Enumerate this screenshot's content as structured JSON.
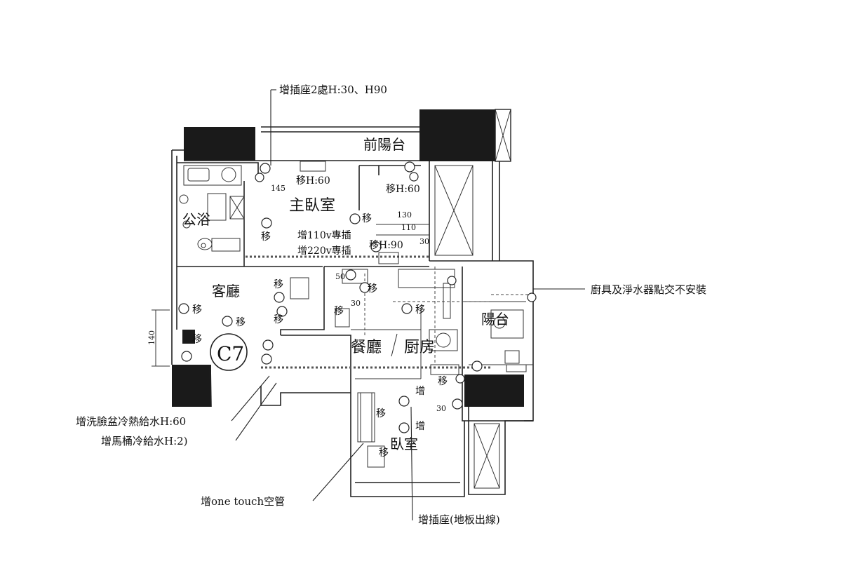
{
  "rooms": {
    "balcony": "前陽台",
    "master_bedroom": "主臥室",
    "bathroom": "公浴",
    "living_room": "客廳",
    "dining": "餐廳",
    "kitchen": "厨房",
    "bedroom": "臥室",
    "utility": "陽台"
  },
  "unit_badge": "C7",
  "callouts": {
    "outlets_two": "增插座2處H:30、H90",
    "kitchen_note": "廚具及淨水器點交不安裝",
    "basin_water": "增洗臉盆冷熱給水H:60",
    "toilet_water": "增馬桶冷給水H:2)",
    "one_touch": "增one touch空管",
    "floor_outlet": "增插座(地板出線)"
  },
  "annotations": {
    "move_h60": "移H:60",
    "move_h60b": "移H:60",
    "move": "移",
    "move_h90": "移H:90",
    "add_110v": "增110v專插",
    "add_220v": "增220v專插",
    "add": "增",
    "num_145": "145",
    "num_130": "130",
    "num_110": "110",
    "num_30": "30",
    "num_50": "50",
    "num_140": "140"
  }
}
